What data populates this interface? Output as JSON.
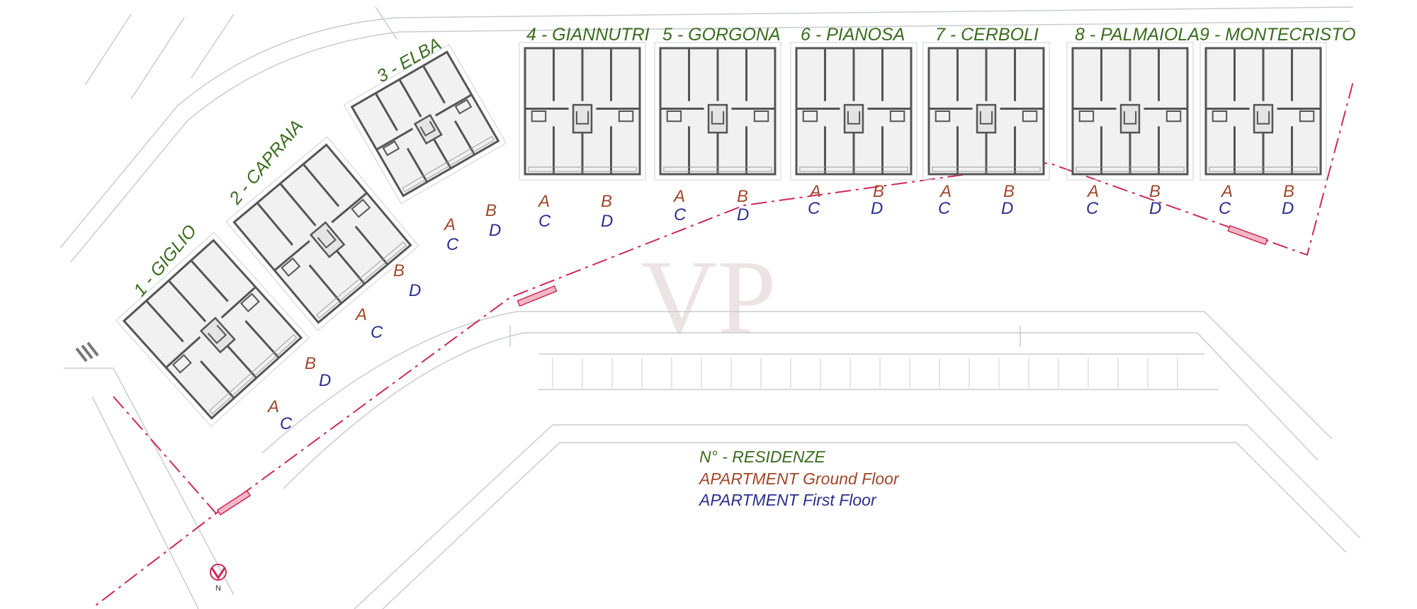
{
  "colors": {
    "residence": "#3a6b1f",
    "ground_floor": "#a0472a",
    "first_floor": "#2a2f8c",
    "boundary": "#cc2a55",
    "plan_line": "#c8ccd0",
    "wall": "#555555",
    "room_fill": "#f1f1f1",
    "watermark": "#ece4e4"
  },
  "watermark": "VP",
  "compass": {
    "label": "N",
    "icon": "north-arrow-icon"
  },
  "legend": {
    "residence": "N° - RESIDENZE",
    "ground": "APARTMENT Ground Floor",
    "first": "APARTMENT First Floor"
  },
  "residences": [
    {
      "name": "1 - GIGLIO",
      "ground": [
        "A",
        "B"
      ],
      "first": [
        "C",
        "D"
      ]
    },
    {
      "name": "2 - CAPRAIA",
      "ground": [
        "A",
        "B"
      ],
      "first": [
        "C",
        "D"
      ]
    },
    {
      "name": "3 - ELBA",
      "ground": [
        "A",
        "B"
      ],
      "first": [
        "C",
        "D"
      ]
    },
    {
      "name": "4 - GIANNUTRI",
      "ground": [
        "A",
        "B"
      ],
      "first": [
        "C",
        "D"
      ]
    },
    {
      "name": "5 - GORGONA",
      "ground": [
        "A",
        "B"
      ],
      "first": [
        "C",
        "D"
      ]
    },
    {
      "name": "6 - PIANOSA",
      "ground": [
        "A",
        "B"
      ],
      "first": [
        "C",
        "D"
      ]
    },
    {
      "name": "7 - CERBOLI",
      "ground": [
        "A",
        "B"
      ],
      "first": [
        "C",
        "D"
      ]
    },
    {
      "name": "8 - PALMAIOLA",
      "ground": [
        "A",
        "B"
      ],
      "first": [
        "C",
        "D"
      ]
    },
    {
      "name": "9 - MONTECRISTO",
      "ground": [
        "A",
        "B"
      ],
      "first": [
        "C",
        "D"
      ]
    }
  ]
}
